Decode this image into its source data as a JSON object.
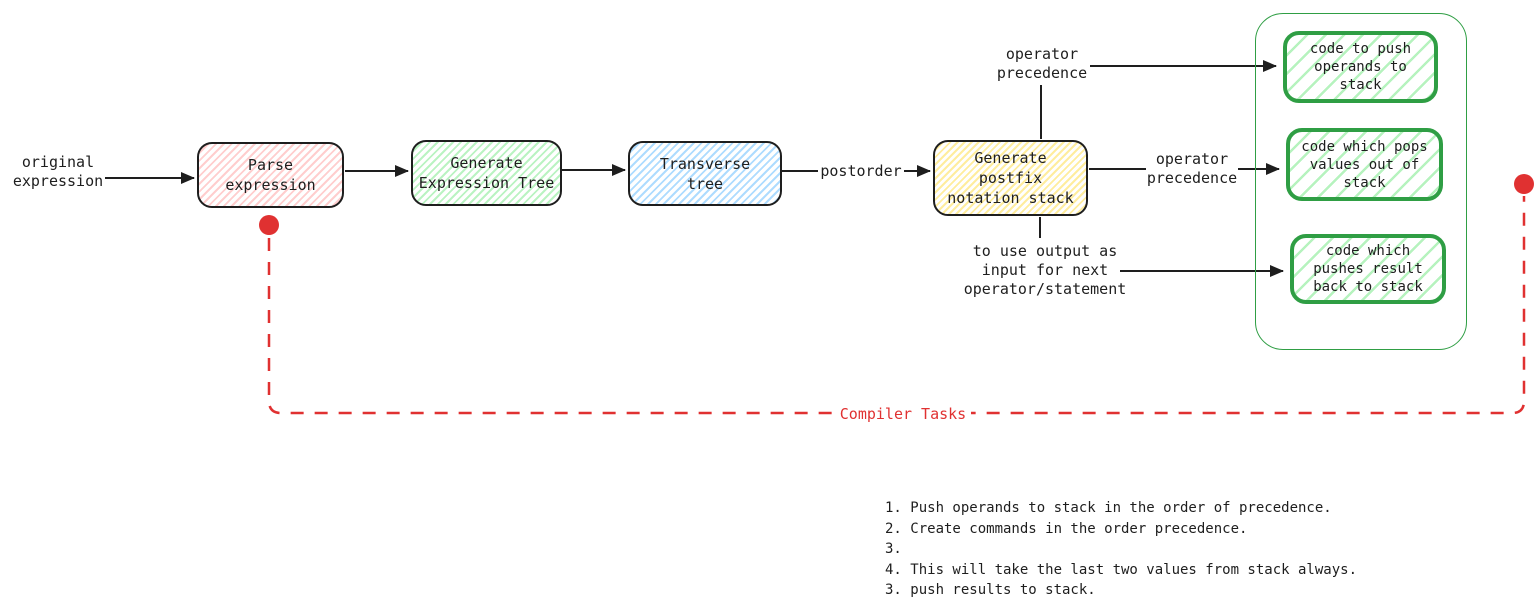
{
  "diagram": {
    "input_label": "original\nexpression",
    "nodes": {
      "parse": "Parse\nexpression",
      "generate_tree": "Generate\nExpression Tree",
      "transverse": "Transverse\ntree",
      "postfix": "Generate\npostfix\nnotation stack"
    },
    "edge_labels": {
      "postorder": "postorder",
      "operator_precedence_top": "operator\nprecedence",
      "operator_precedence_mid": "operator\nprecedence",
      "output_reuse": "to use output as\ninput for next\noperator/statement"
    },
    "tasks_group": {
      "box_push_operands": "code to push\noperands to\nstack",
      "box_pop_values": "code which pops\nvalues out of\nstack",
      "box_push_result": "code which\npushes result\nback to stack"
    },
    "compiler_tasks_label": "Compiler Tasks",
    "notes": "1. Push operands to stack in the order of precedence.\n2. Create commands in the order precedence.\n3.\n4. This will take the last two values from stack always.\n3. push results to stack."
  },
  "colors": {
    "stroke": "#1e1e1e",
    "red": "#e03131",
    "green_stroke": "#2f9e44",
    "green_fill": "#b2f2bb",
    "pink_fill": "#ffc9c9",
    "blue_fill": "#a5d8ff",
    "yellow_fill": "#ffec99"
  }
}
